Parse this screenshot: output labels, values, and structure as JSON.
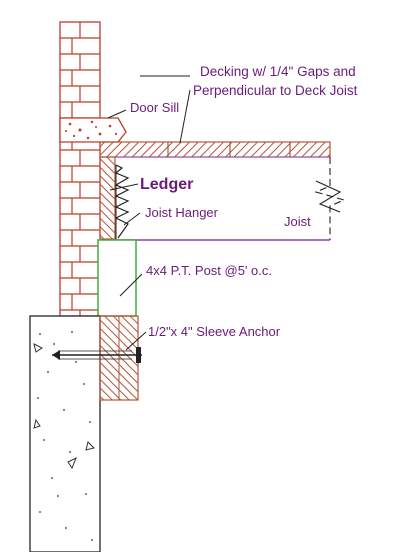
{
  "labels": {
    "decking_line1": "Decking w/ 1/4\" Gaps and",
    "decking_line2": "Perpendicular to Deck Joist",
    "door_sill": "Door Sill",
    "ledger": "Ledger",
    "joist_hanger": "Joist Hanger",
    "joist": "Joist",
    "post": "4x4 P.T. Post @5' o.c.",
    "sleeve_anchor": "1/2\"x 4\" Sleeve Anchor"
  },
  "colors": {
    "label_text": "#6a1b7a",
    "brick_outline": "#c0392b",
    "wood_hatch": "#b5543a",
    "joist_line": "#8e44ad",
    "post_outline": "#3fae3f",
    "concrete_outline": "#333333"
  }
}
